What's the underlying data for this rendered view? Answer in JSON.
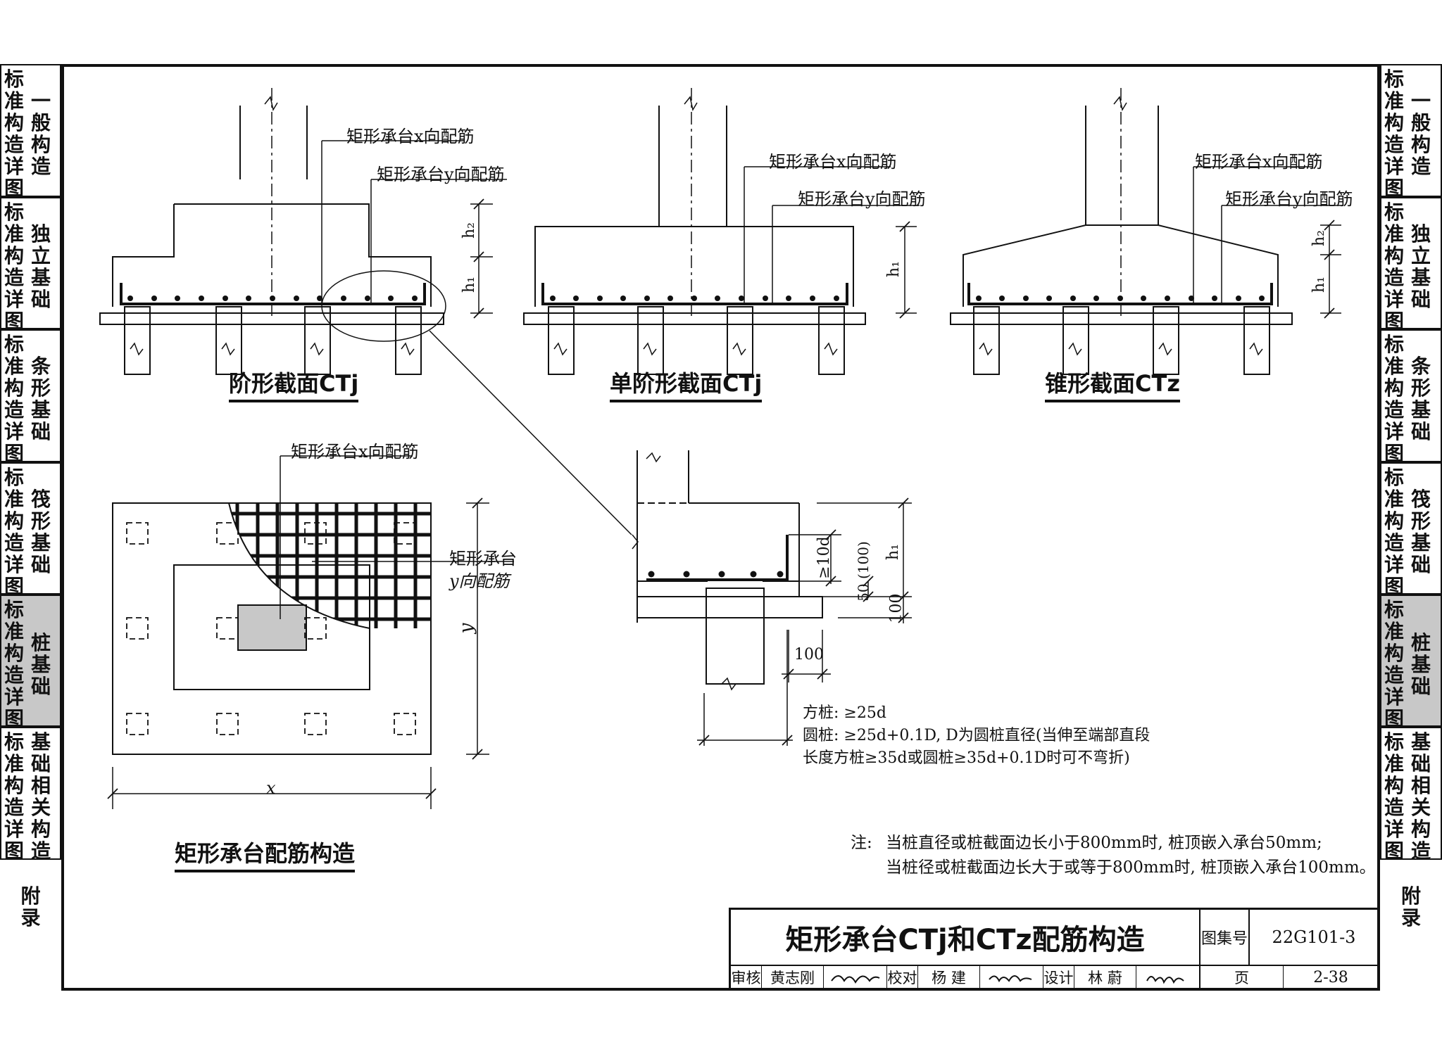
{
  "side_tabs": [
    {
      "col1": [
        "标",
        "准",
        "构",
        "造",
        "详",
        "图"
      ],
      "col2": [
        "一",
        "般",
        "构",
        "造"
      ],
      "active": false
    },
    {
      "col1": [
        "标",
        "准",
        "构",
        "造",
        "详",
        "图"
      ],
      "col2": [
        "独",
        "立",
        "基",
        "础"
      ],
      "active": false
    },
    {
      "col1": [
        "标",
        "准",
        "构",
        "造",
        "详",
        "图"
      ],
      "col2": [
        "条",
        "形",
        "基",
        "础"
      ],
      "active": false
    },
    {
      "col1": [
        "标",
        "准",
        "构",
        "造",
        "详",
        "图"
      ],
      "col2": [
        "筏",
        "形",
        "基",
        "础"
      ],
      "active": false
    },
    {
      "col1": [
        "标",
        "准",
        "构",
        "造",
        "详",
        "图"
      ],
      "col2": [
        "桩",
        "基",
        "础"
      ],
      "active": true
    },
    {
      "col1": [
        "标",
        "准",
        "构",
        "造",
        "详",
        "图"
      ],
      "col2": [
        "基",
        "础",
        "相",
        "关",
        "构",
        "造"
      ],
      "active": false
    },
    {
      "col1": [
        "附",
        "录"
      ],
      "col2": [],
      "active": false
    }
  ],
  "labels": {
    "x_rebar": "矩形承台x向配筋",
    "y_rebar": "矩形承台y向配筋",
    "y_rebar_line1": "矩形承台",
    "y_rebar_line2": "y向配筋",
    "h1": "h₁",
    "h2": "h₂",
    "dim_x": "x",
    "dim_y": "y",
    "anchor": "≥10d",
    "dim_50_100": "50 (100)",
    "dim_100": "100"
  },
  "captions": {
    "step": "阶形截面CTj",
    "single_step": "单阶形截面CTj",
    "cone": "锥形截面CTz",
    "plan": "矩形承台配筋构造"
  },
  "detail_notes": [
    "方桩: ≥25d",
    "圆桩: ≥25d+0.1D, D为圆桩直径(当伸至端部直段",
    "长度方桩≥35d或圆桩≥35d+0.1D时可不弯折)"
  ],
  "note": {
    "prefix": "注:",
    "line1": "当桩直径或桩截面边长小于800mm时, 桩顶嵌入承台50mm;",
    "line2": "当桩径或桩截面边长大于或等于800mm时, 桩顶嵌入承台100mm。"
  },
  "title_block": {
    "title": "矩形承台CTj和CTz配筋构造",
    "atlas_label": "图集号",
    "atlas_no": "22G101-3",
    "review_label": "审核",
    "reviewer": "黄志刚",
    "check_label": "校对",
    "checker": "杨 建",
    "design_label": "设计",
    "designer": "林 蔚",
    "page_label": "页",
    "page_no": "2-38"
  }
}
